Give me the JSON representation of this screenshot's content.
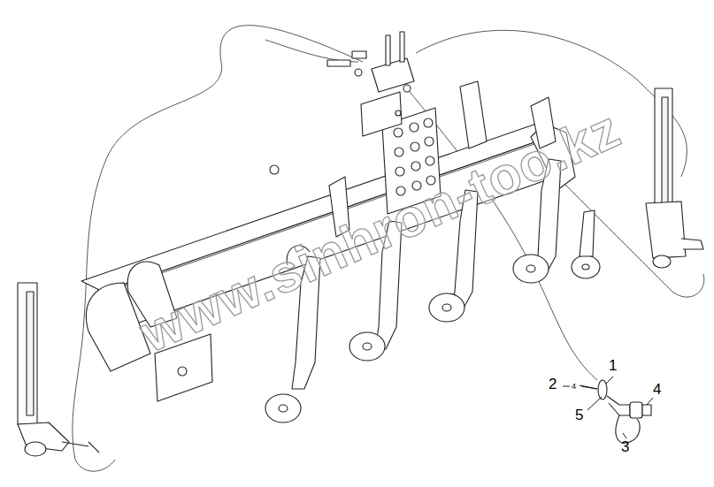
{
  "diagram": {
    "labels": [
      "1",
      "2",
      "4",
      "5",
      "4",
      "3",
      "www.sinhron-too.kz"
    ]
  }
}
